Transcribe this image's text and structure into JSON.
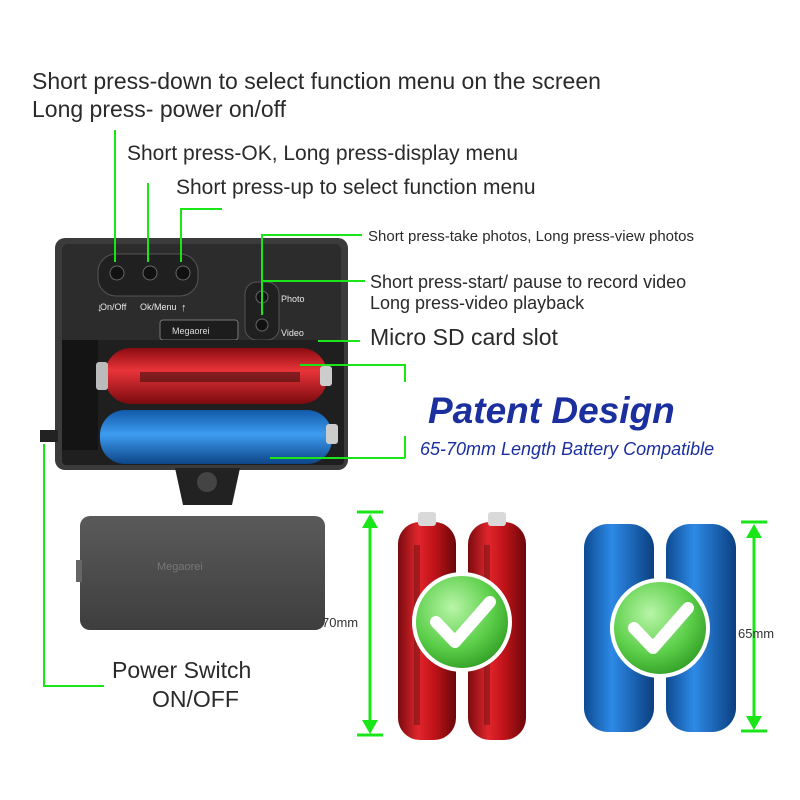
{
  "annotations": {
    "down_short": "Short press-down to select function menu on the screen",
    "down_long": "Long press- power on/off",
    "ok": "Short press-OK, Long press-display menu",
    "up": "Short press-up to select function menu",
    "photo": "Short press-take photos, Long press-view photos",
    "video_short": "Short press-start/ pause to record video",
    "video_long": "Long press-video playback",
    "sd": "Micro SD card slot",
    "switch_1": "Power Switch",
    "switch_2": "ON/OFF"
  },
  "device": {
    "btn_onoff": "On/Off",
    "btn_okmenu": "Ok/Menu",
    "btn_photo": "Photo",
    "btn_video": "Video",
    "brand": "Megaorei"
  },
  "headline": {
    "title": "Patent Design",
    "subtitle": "65-70mm Length Battery Compatible"
  },
  "batteries": {
    "red_length": "70mm",
    "blue_length": "65mm"
  },
  "colors": {
    "guide_green": "#19e519",
    "headline_blue": "#1b2f9e",
    "battery_red": "#c4141a",
    "battery_blue": "#1f78d1",
    "device_gray": "#3a3a3a"
  }
}
